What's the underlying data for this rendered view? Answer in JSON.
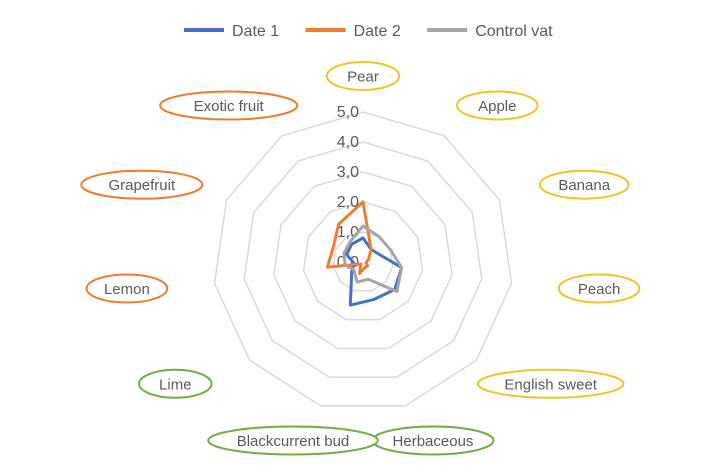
{
  "chart_data": {
    "type": "radar",
    "title": "",
    "categories": [
      "Pear",
      "Apple",
      "Banana",
      "Peach",
      "English sweet",
      "Herbaceous",
      "Blackcurrent bud",
      "Lime",
      "Lemon",
      "Grapefruit",
      "Exotic fruit"
    ],
    "category_groups": [
      {
        "color": "#F2C12E",
        "members": [
          "Pear",
          "Apple",
          "Banana",
          "Peach",
          "English sweet"
        ]
      },
      {
        "color": "#70AD47",
        "members": [
          "Herbaceous",
          "Blackcurrent bud",
          "Lime"
        ]
      },
      {
        "color": "#ED7D31",
        "members": [
          "Lemon",
          "Grapefruit",
          "Exotic fruit"
        ]
      }
    ],
    "radial_axis": {
      "min": 0,
      "max": 5,
      "step": 1,
      "tick_labels": [
        "0,0",
        "1,0",
        "2,0",
        "3,0",
        "4,0",
        "5,0"
      ]
    },
    "grid": true,
    "legend": "top",
    "series": [
      {
        "name": "Date 1",
        "color": "#4472C4",
        "values": [
          0.8,
          0.5,
          0.6,
          1.3,
          1.4,
          1.3,
          1.5,
          0.5,
          0.3,
          0.6,
          0.7
        ]
      },
      {
        "name": "Date 2",
        "color": "#ED7D31",
        "values": [
          2.0,
          0.5,
          0.2,
          0.1,
          0.2,
          0.2,
          0.4,
          0.1,
          1.2,
          1.1,
          1.5
        ]
      },
      {
        "name": "Control vat",
        "color": "#A5A5A5",
        "values": [
          1.2,
          1.0,
          1.0,
          1.3,
          1.5,
          0.6,
          0.7,
          0.4,
          0.6,
          0.7,
          0.8
        ]
      }
    ]
  }
}
